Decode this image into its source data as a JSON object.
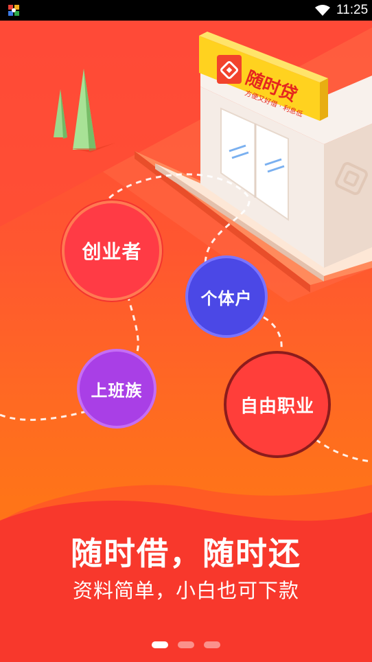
{
  "status_bar": {
    "time": "11:25",
    "icons": [
      "app-notification-icon",
      "wifi-icon"
    ]
  },
  "store": {
    "sign_title": "随时贷",
    "sign_slogan": "方便又好借 · 利息低"
  },
  "bubbles": [
    {
      "label": "创业者",
      "color": "#ff3b45"
    },
    {
      "label": "个体户",
      "color": "#4b48e6"
    },
    {
      "label": "上班族",
      "color": "#a93fe6"
    },
    {
      "label": "自由职业",
      "color": "#ff3e3a"
    }
  ],
  "headline": "随时借，随时还",
  "subhead": "资料简单，小白也可下款",
  "pager": {
    "total": 3,
    "active": 1
  },
  "colors": {
    "background_top": "#ff4c37",
    "background_bottom": "#ff6a1e",
    "wave": "#f8382c",
    "sign": "#ffd21f"
  }
}
